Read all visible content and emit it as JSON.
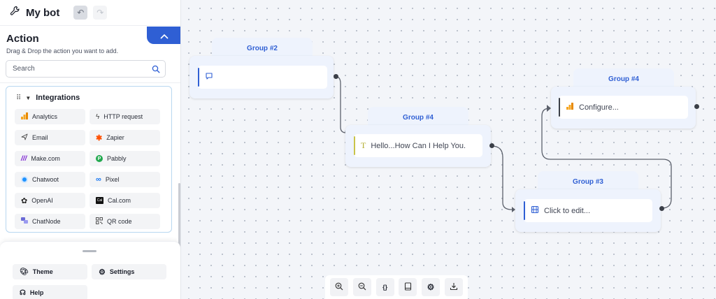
{
  "app": {
    "bot_name": "My bot",
    "undo_icon": "undo-icon",
    "redo_icon": "redo-icon"
  },
  "action_panel": {
    "title": "Action",
    "subtitle": "Drag & Drop the action you want to add.",
    "search_placeholder": "Search",
    "section_label": "Integrations",
    "items": [
      {
        "label": "Analytics",
        "icon": "analytics-icon"
      },
      {
        "label": "HTTP request",
        "icon": "lightning-icon"
      },
      {
        "label": "Email",
        "icon": "send-icon"
      },
      {
        "label": "Zapier",
        "icon": "zapier-icon"
      },
      {
        "label": "Make.com",
        "icon": "make-icon"
      },
      {
        "label": "Pabbly",
        "icon": "pabbly-icon"
      },
      {
        "label": "Chatwoot",
        "icon": "chatwoot-icon"
      },
      {
        "label": "Pixel",
        "icon": "meta-icon"
      },
      {
        "label": "OpenAI",
        "icon": "openai-icon"
      },
      {
        "label": "Cal.com",
        "icon": "calcom-icon"
      },
      {
        "label": "ChatNode",
        "icon": "chatnode-icon"
      },
      {
        "label": "QR code",
        "icon": "qr-icon"
      }
    ]
  },
  "bottom_panel": {
    "theme_label": "Theme",
    "settings_label": "Settings",
    "help_label": "Help"
  },
  "toolbar": {
    "zoom_in": "zoom-in-icon",
    "zoom_out": "zoom-out-icon",
    "variables_label": "{}",
    "book": "book-icon",
    "gear": "gear-icon",
    "download": "download-icon"
  },
  "groups": [
    {
      "title": "Group #2",
      "block_text": "",
      "icon": "message-icon"
    },
    {
      "title": "Group #4",
      "block_text": "Hello...How Can I Help You.",
      "icon": "text-icon"
    },
    {
      "title": "Group #3",
      "block_text": "Click to edit...",
      "icon": "video-icon"
    },
    {
      "title": "Group #4",
      "block_text": "Configure...",
      "icon": "analytics-icon"
    }
  ],
  "colors": {
    "accent": "#2f5fd4",
    "group_bg": "#eef3fd",
    "text_block_bar": "#c9c34a",
    "analytics_orange": "#f5a623"
  }
}
